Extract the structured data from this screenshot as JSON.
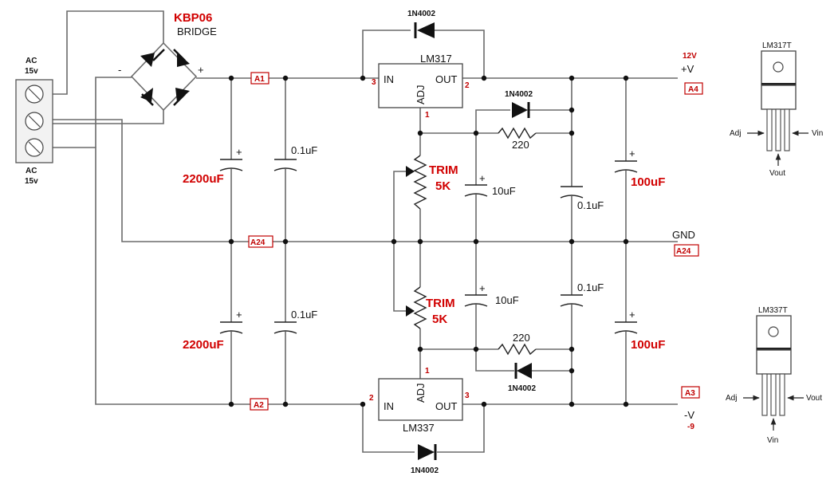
{
  "bridge": {
    "name": "KBP06",
    "type": "BRIDGE",
    "minus": "-",
    "plus": "+"
  },
  "ac_top": {
    "line1": "AC",
    "line2": "15v"
  },
  "ac_bottom": {
    "line1": "AC",
    "line2": "15v"
  },
  "tags": {
    "a1": "A1",
    "a2": "A2",
    "a24_left": "A24",
    "a4": "A4",
    "a24_right": "A24",
    "a3": "A3"
  },
  "caps": {
    "big_top": "2200uF",
    "big_bottom": "2200uF",
    "small_top": "0.1uF",
    "small_bottom": "0.1uF",
    "adj_top": "10uF",
    "adj_bottom": "10uF",
    "out_top_small": "0.1uF",
    "out_bottom_small": "0.1uF",
    "out_top_big": "100uF",
    "out_bottom_big": "100uF",
    "plus": "+"
  },
  "trims": {
    "top_l1": "TRIM",
    "top_l2": "5K",
    "bottom_l1": "TRIM",
    "bottom_l2": "5K"
  },
  "resistors": {
    "top": "220",
    "bottom": "220"
  },
  "diodes": {
    "d1": "1N4002",
    "d2": "1N4002",
    "d3": "1N4002",
    "d4": "1N4002"
  },
  "reg_top": {
    "name": "LM317",
    "in": "IN",
    "out": "OUT",
    "adj": "ADJ",
    "pin_in": "3",
    "pin_out": "2",
    "pin_adj": "1"
  },
  "reg_bottom": {
    "name": "LM337",
    "in": "IN",
    "out": "OUT",
    "adj": "ADJ",
    "pin_in": "2",
    "pin_out": "3",
    "pin_adj": "1"
  },
  "outputs": {
    "pos_value": "12V",
    "pos_label": "+V",
    "gnd": "GND",
    "neg_label": "-V",
    "neg_value": "-9"
  },
  "pinout_top": {
    "part": "LM317T",
    "adj": "Adj",
    "vin": "Vin",
    "vout": "Vout"
  },
  "pinout_bottom": {
    "part": "LM337T",
    "adj": "Adj",
    "vout": "Vout",
    "vin": "Vin"
  }
}
